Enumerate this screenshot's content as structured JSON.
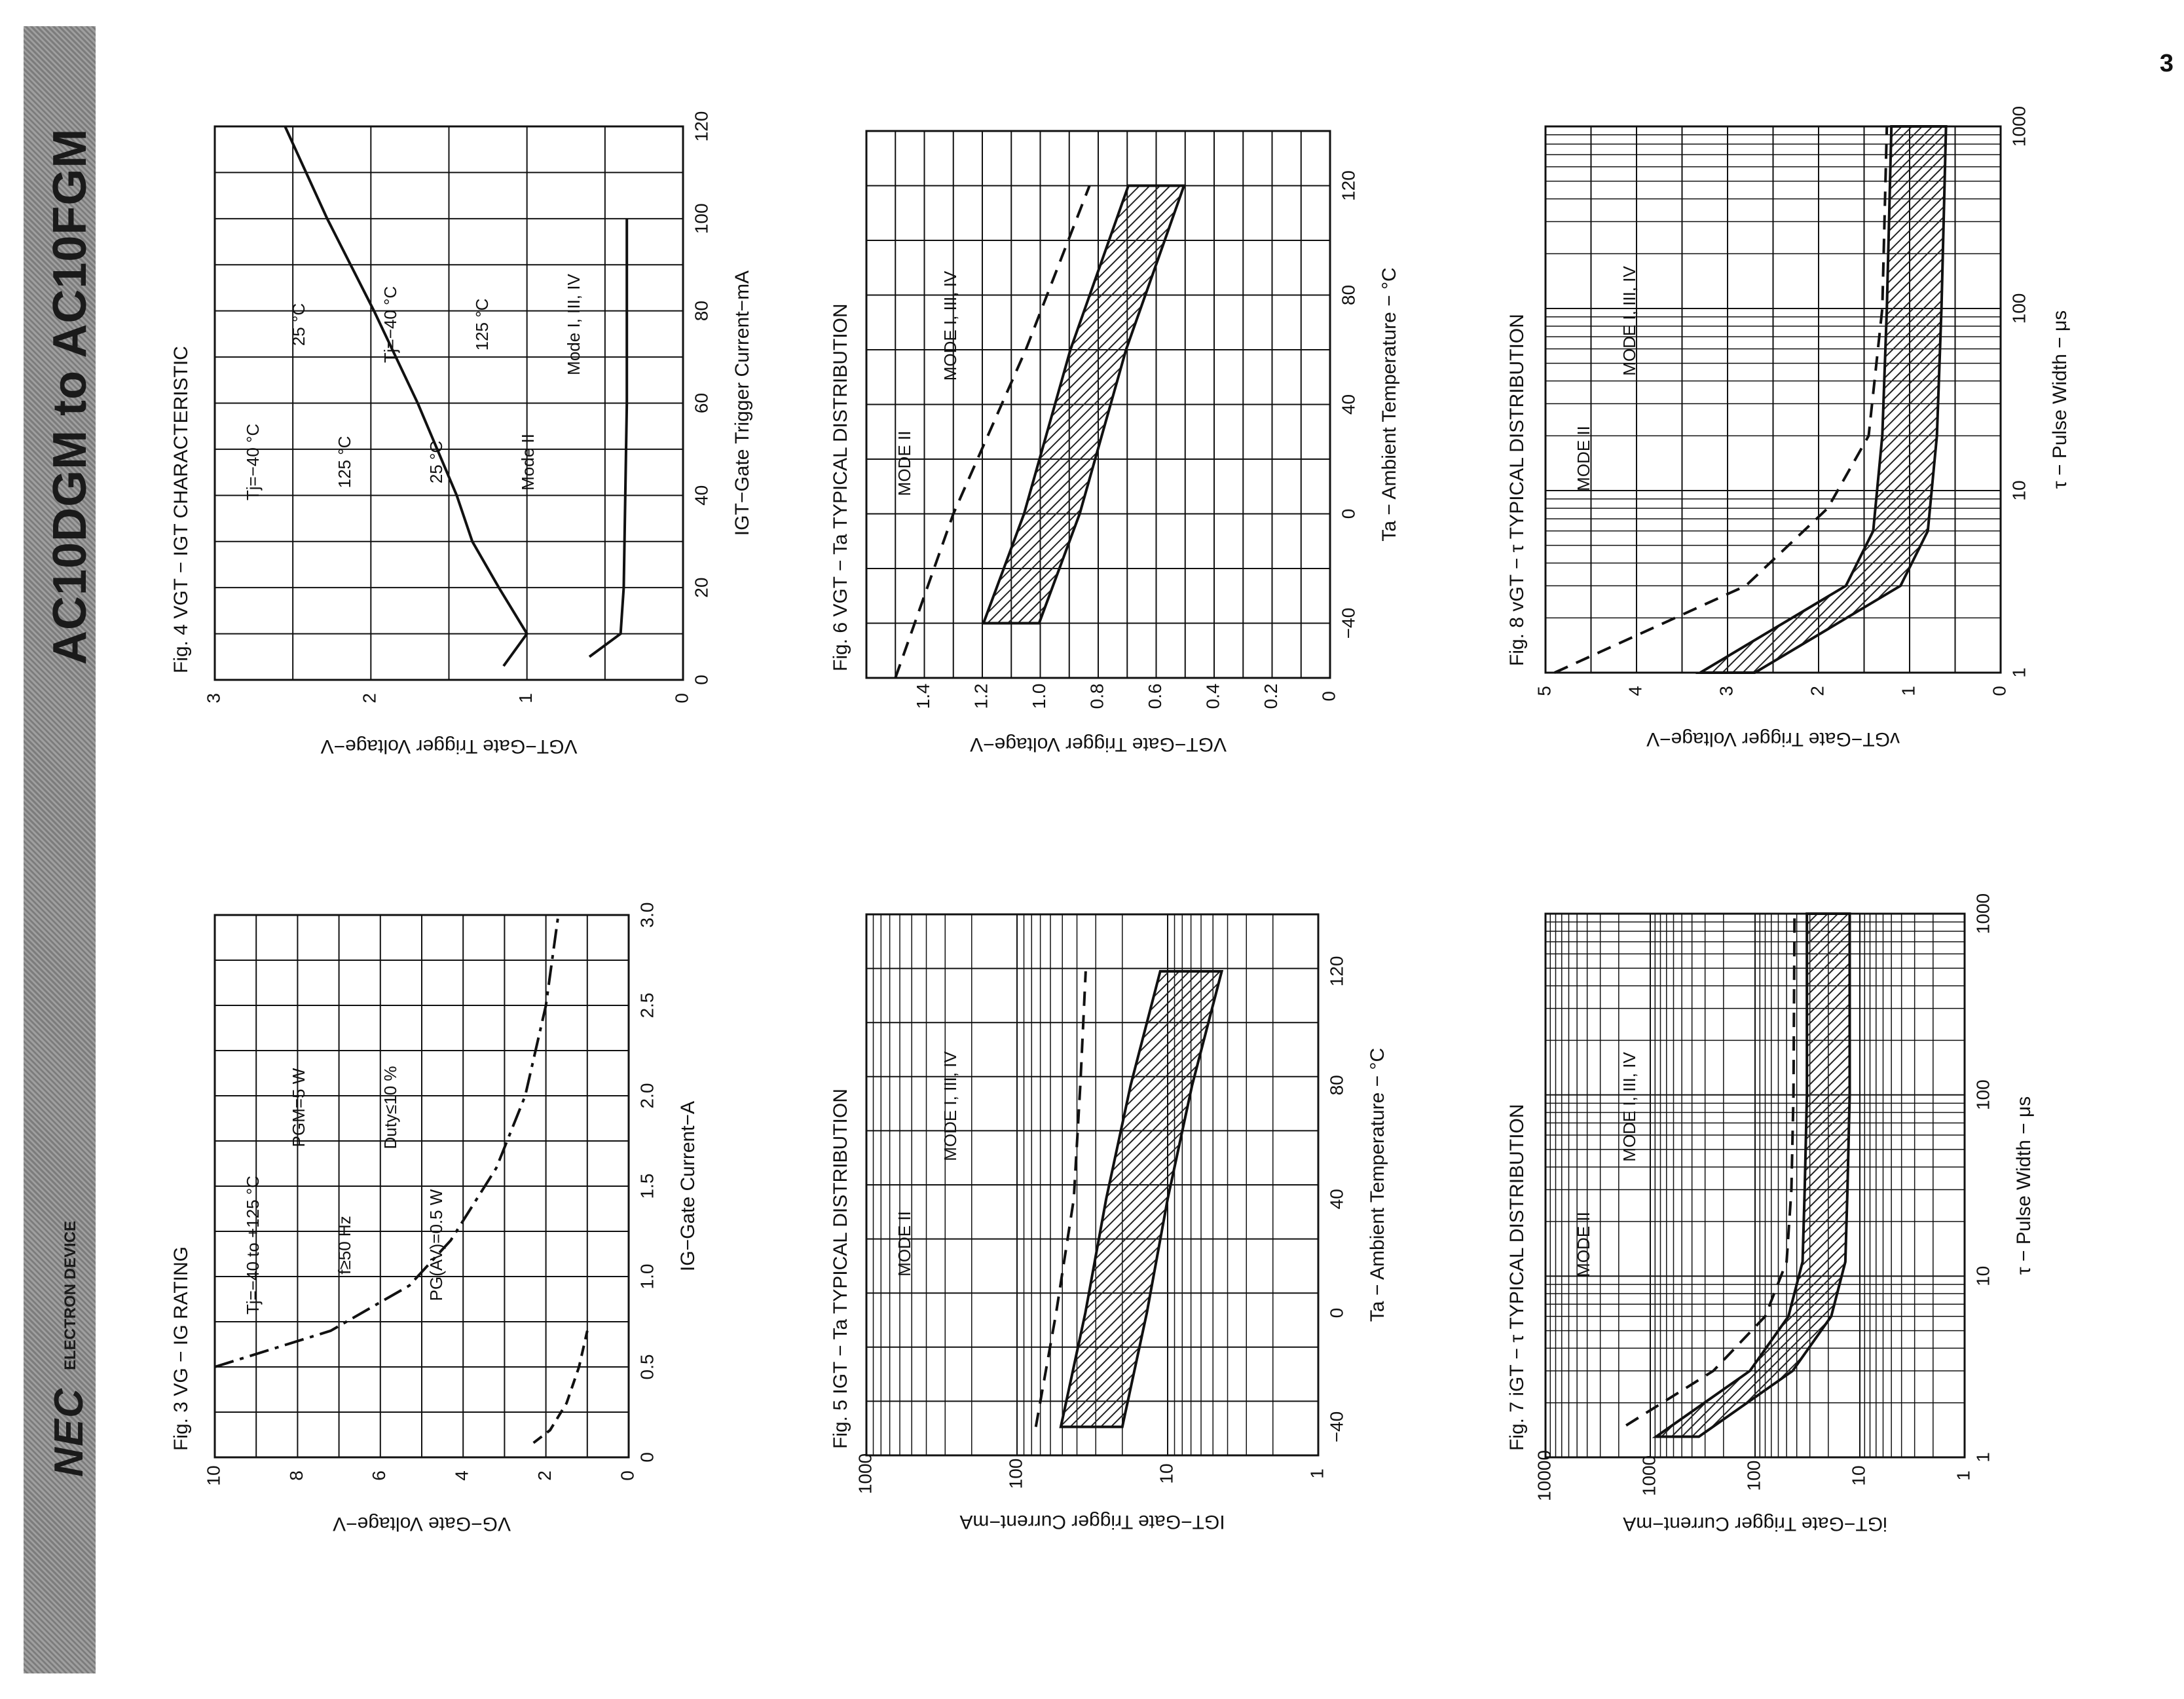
{
  "header": {
    "brand": "NEC",
    "brand_sub": "ELECTRON DEVICE",
    "title": "AC10DGM to AC10FGM",
    "page_number": "3"
  },
  "colors": {
    "ink": "#111111",
    "sidebar": "#8d8d8d",
    "hatch": "#222222"
  },
  "chart_data": [
    {
      "id": "fig3",
      "type": "line",
      "title": "Fig. 3 VG − IG RATING",
      "xlabel": "IG−Gate Current−A",
      "ylabel": "VG−Gate Voltage−V",
      "xlim": [
        0,
        3.0
      ],
      "ylim": [
        0,
        10
      ],
      "x_ticks": [
        "0",
        "0.5",
        "1.0",
        "1.5",
        "2.0",
        "2.5",
        "3.0"
      ],
      "y_ticks": [
        "0",
        "2",
        "4",
        "6",
        "8",
        "10"
      ],
      "annotations": [
        "Tj=−40 to +125 °C",
        "PGM=5 W",
        "f≥50 Hz",
        "Duty≤10 %",
        "PG(AV)=0.5 W"
      ],
      "series": [
        {
          "name": "PGM=5 W",
          "values": [
            [
              0.5,
              10
            ],
            [
              0.7,
              7.2
            ],
            [
              0.95,
              5.3
            ],
            [
              1.2,
              4.3
            ],
            [
              1.6,
              3.2
            ],
            [
              2.0,
              2.5
            ],
            [
              2.5,
              2.0
            ],
            [
              3.0,
              1.7
            ]
          ]
        },
        {
          "name": "PG(AV)=0.5 W",
          "values": [
            [
              0.08,
              2.3
            ],
            [
              0.15,
              1.9
            ],
            [
              0.3,
              1.5
            ],
            [
              0.5,
              1.2
            ],
            [
              0.7,
              1.0
            ]
          ]
        }
      ]
    },
    {
      "id": "fig4",
      "type": "line",
      "title": "Fig. 4 VGT − IGT CHARACTERISTIC",
      "xlabel": "IGT−Gate Trigger Current−mA",
      "ylabel": "VGT−Gate Trigger Voltage−V",
      "xlim": [
        0,
        120
      ],
      "ylim": [
        0,
        3
      ],
      "x_ticks": [
        "0",
        "20",
        "40",
        "60",
        "80",
        "100",
        "120"
      ],
      "y_ticks": [
        "0",
        "1",
        "2",
        "3"
      ],
      "annotations": [
        "Tj=−40 °C",
        "25 °C",
        "125 °C",
        "Tj=−40 °C",
        "25 °C",
        "125 °C",
        "Mode II",
        "Mode I, III, IV"
      ],
      "series": [
        {
          "name": "boundary",
          "values": [
            [
              3,
              1.15
            ],
            [
              10,
              1.0
            ],
            [
              20,
              1.18
            ],
            [
              30,
              1.35
            ],
            [
              40,
              1.45
            ],
            [
              60,
              1.7
            ],
            [
              80,
              1.98
            ],
            [
              100,
              2.28
            ],
            [
              120,
              2.55
            ]
          ]
        },
        {
          "name": "low",
          "values": [
            [
              5,
              0.6
            ],
            [
              10,
              0.4
            ],
            [
              20,
              0.38
            ],
            [
              40,
              0.37
            ],
            [
              60,
              0.36
            ],
            [
              80,
              0.36
            ],
            [
              100,
              0.36
            ]
          ]
        }
      ]
    },
    {
      "id": "fig5",
      "type": "area",
      "title": "Fig. 5 IGT − Ta TYPICAL DISTRIBUTION",
      "xlabel": "Ta − Ambient Temperature − °C",
      "ylabel": "IGT−Gate Trigger Current−mA",
      "xlim": [
        -50,
        140
      ],
      "ylim": [
        1,
        1000
      ],
      "y_scale": "log",
      "x_ticks": [
        "−40",
        "0",
        "40",
        "80",
        "120"
      ],
      "y_ticks": [
        "1",
        "10",
        "100",
        "1000"
      ],
      "annotations": [
        "MODE II",
        "MODE I, III, IV"
      ],
      "series": [
        {
          "name": "MODE II",
          "values": [
            [
              -40,
              75
            ],
            [
              0,
              55
            ],
            [
              40,
              42
            ],
            [
              80,
              38
            ],
            [
              120,
              35
            ]
          ]
        },
        {
          "name": "MODE I, III, IV",
          "values": [
            [
              -40,
              32
            ],
            [
              0,
              22
            ],
            [
              40,
              16
            ],
            [
              80,
              11
            ],
            [
              120,
              7
            ]
          ]
        }
      ]
    },
    {
      "id": "fig6",
      "type": "area",
      "title": "Fig. 6 VGT − Ta TYPICAL DISTRIBUTION",
      "xlabel": "Ta − Ambient Temperature − °C",
      "ylabel": "VGT−Gate Trigger Voltage−V",
      "xlim": [
        -60,
        140
      ],
      "ylim": [
        0,
        1.6
      ],
      "x_ticks": [
        "−40",
        "0",
        "40",
        "80",
        "120"
      ],
      "y_ticks": [
        "0",
        "0.2",
        "0.4",
        "0.6",
        "0.8",
        "1.0",
        "1.2",
        "1.4"
      ],
      "annotations": [
        "MODE II",
        "MODE I, III, IV"
      ],
      "series": [
        {
          "name": "MODE II",
          "values": [
            [
              -60,
              1.5
            ],
            [
              0,
              1.3
            ],
            [
              60,
              1.05
            ],
            [
              120,
              0.83
            ]
          ]
        },
        {
          "name": "MODE I, III, IV",
          "values": [
            [
              -40,
              1.1
            ],
            [
              0,
              0.96
            ],
            [
              60,
              0.8
            ],
            [
              120,
              0.6
            ]
          ]
        }
      ]
    },
    {
      "id": "fig7",
      "type": "area",
      "title": "Fig. 7 iGT − τ TYPICAL DISTRIBUTION",
      "xlabel": "τ − Pulse Width − μs",
      "ylabel": "iGT−Gate Trigger Current−mA",
      "xlim": [
        1,
        1000
      ],
      "ylim": [
        1,
        10000
      ],
      "x_scale": "log",
      "y_scale": "log",
      "x_ticks": [
        "1",
        "10",
        "100",
        "1000"
      ],
      "y_ticks": [
        "1",
        "10",
        "100",
        "1000",
        "10000"
      ],
      "annotations": [
        "MODE II",
        "MODE I, III, IV"
      ],
      "series": [
        {
          "name": "MODE II",
          "values": [
            [
              1.5,
              1700
            ],
            [
              3,
              250
            ],
            [
              6,
              80
            ],
            [
              12,
              50
            ],
            [
              30,
              45
            ],
            [
              100,
              43
            ],
            [
              1000,
              42
            ]
          ]
        },
        {
          "name": "MODE I, III, IV",
          "values": [
            [
              1.3,
              550
            ],
            [
              3,
              70
            ],
            [
              6,
              30
            ],
            [
              12,
              22
            ],
            [
              30,
              21
            ],
            [
              100,
              20
            ],
            [
              1000,
              20
            ]
          ]
        }
      ]
    },
    {
      "id": "fig8",
      "type": "area",
      "title": "Fig. 8 vGT − τ TYPICAL DISTRIBUTION",
      "xlabel": "τ − Pulse Width − μs",
      "ylabel": "vGT−Gate Trigger Voltage−V",
      "xlim": [
        1,
        1000
      ],
      "ylim": [
        0,
        5
      ],
      "x_scale": "log",
      "x_ticks": [
        "1",
        "10",
        "100",
        "1000"
      ],
      "y_ticks": [
        "0",
        "1",
        "2",
        "3",
        "4",
        "5"
      ],
      "annotations": [
        "MODE II",
        "MODE I, III, IV"
      ],
      "series": [
        {
          "name": "MODE II",
          "values": [
            [
              1,
              4.9
            ],
            [
              3,
              2.8
            ],
            [
              8,
              1.9
            ],
            [
              20,
              1.45
            ],
            [
              100,
              1.3
            ],
            [
              1000,
              1.25
            ]
          ]
        },
        {
          "name": "MODE I, III, IV",
          "values": [
            [
              1,
              3.0
            ],
            [
              3,
              1.4
            ],
            [
              6,
              1.1
            ],
            [
              20,
              1.0
            ],
            [
              100,
              0.95
            ],
            [
              1000,
              0.9
            ]
          ]
        }
      ]
    }
  ]
}
